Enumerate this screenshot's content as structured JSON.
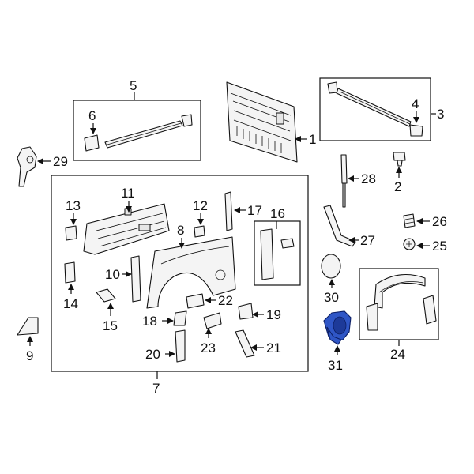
{
  "callouts": {
    "c1": "1",
    "c2": "2",
    "c3": "3",
    "c4": "4",
    "c5": "5",
    "c6": "6",
    "c7": "7",
    "c8": "8",
    "c9": "9",
    "c10": "10",
    "c11": "11",
    "c12": "12",
    "c13": "13",
    "c14": "14",
    "c15": "15",
    "c16": "16",
    "c17": "17",
    "c18": "18",
    "c19": "19",
    "c20": "20",
    "c21": "21",
    "c22": "22",
    "c23": "23",
    "c24": "24",
    "c25": "25",
    "c26": "26",
    "c27": "27",
    "c28": "28",
    "c29": "29",
    "c30": "30",
    "c31": "31"
  },
  "highlight": {
    "part": "31",
    "color": "#2f56c6"
  }
}
